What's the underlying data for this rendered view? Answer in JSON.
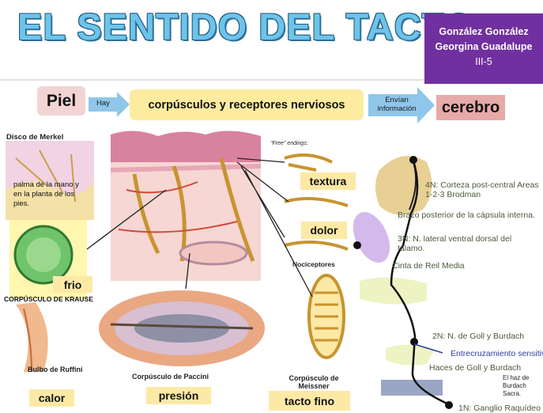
{
  "title": "EL  SENTIDO DEL TACTO",
  "author": {
    "line1": "González González",
    "line2": "Georgina Guadalupe",
    "group": "III-5"
  },
  "flow": {
    "piel": "Piel",
    "hay": "Hay",
    "receptores": "corpúsculos y receptores nerviosos",
    "envian": "Envían información",
    "cerebro": "cerebro"
  },
  "labels": {
    "disco_merkel": "Disco de Merkel",
    "palma": "palma de la mano y en la planta de los pies.",
    "free_endings": "\"Free\" endings:",
    "textura": "textura",
    "dolor": "dolor",
    "nociceptores": "Nociceptores",
    "frio": "frio",
    "krause": "CORPÚSCULO DE KRAUSE",
    "ruffini": "Bulbo de Ruffini",
    "paccini": "Corpúsculo de Paccini",
    "meissner": "Corpúsculo de Meissner",
    "calor": "calor",
    "presion": "presión",
    "tacto_fino": "tacto fino"
  },
  "brain": {
    "l4n": "4N: Corteza post-central Areas 1-2-3 Brodman",
    "brazo": "Brazo posterior de la cápsula interna.",
    "l3n": "3N: N. lateral ventral dorsal del tálamo.",
    "cinta": "Cinta de Reil Media",
    "l2n": "2N: N. de Goll y Burdach",
    "entrecruzamiento": "Entrecruzamiento sensitivo",
    "haces": "Haces de Goll y Burdach",
    "haz": "El haz de Burdach Sacra.",
    "l1n": "1N: Ganglio Raquídeo"
  },
  "colors": {
    "accent": "#7030a0",
    "title": "#6ec4e8",
    "tag": "#fde9a6"
  }
}
